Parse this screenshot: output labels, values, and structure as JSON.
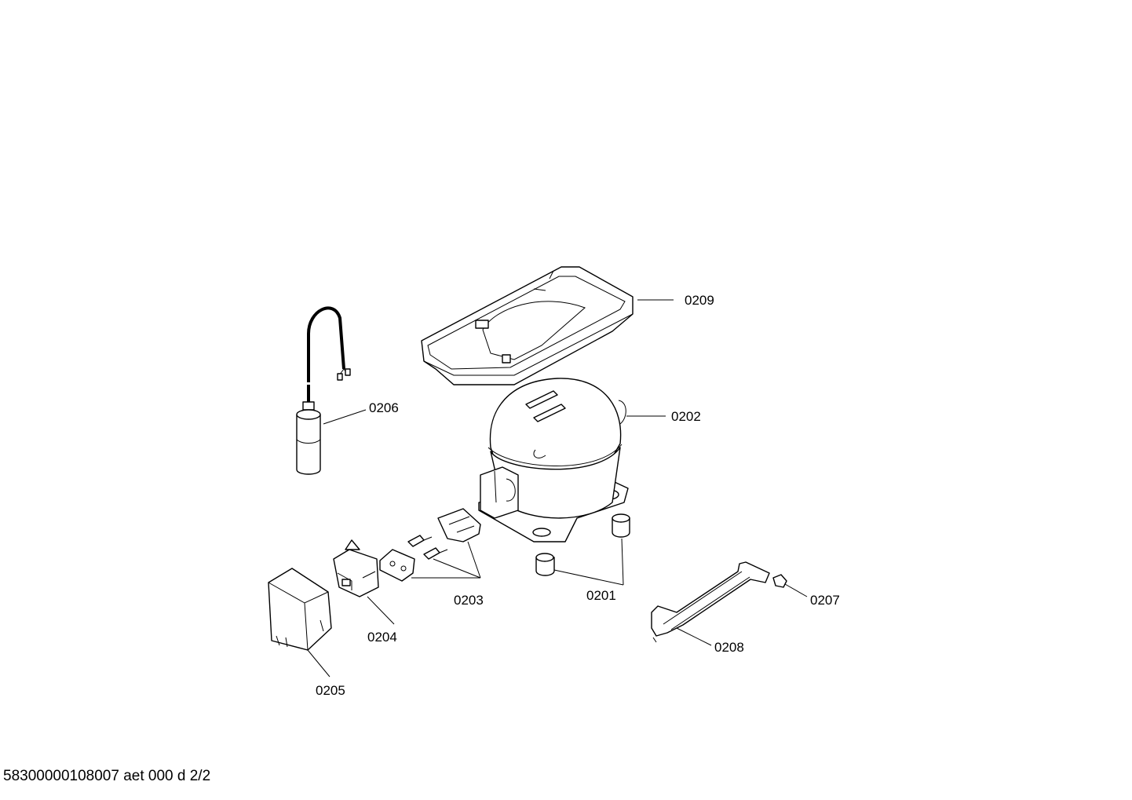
{
  "diagram": {
    "callouts": {
      "p0201": "0201",
      "p0202": "0202",
      "p0203": "0203",
      "p0204": "0204",
      "p0205": "0205",
      "p0206": "0206",
      "p0207": "0207",
      "p0208": "0208",
      "p0209": "0209"
    }
  },
  "footer": {
    "document_code": "58300000108007 aet 000 d 2/2"
  }
}
